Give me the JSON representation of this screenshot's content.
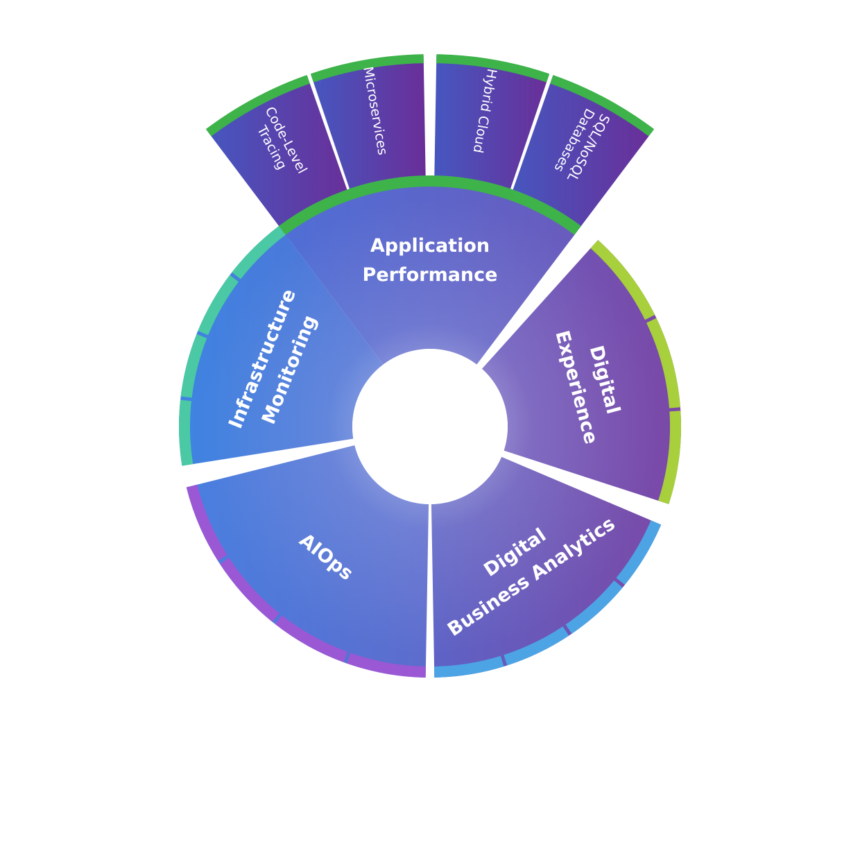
{
  "diagram": {
    "segments": [
      {
        "id": "application-performance",
        "label_lines": [
          "Application",
          "Performance"
        ],
        "color_start": "#4f6fd6",
        "color_end": "#6a5bbd",
        "band_color": "#3db34a"
      },
      {
        "id": "digital-experience",
        "label_lines": [
          "Digital",
          "Experience"
        ],
        "color_start": "#6a5cbf",
        "color_end": "#7b48a6",
        "band_color": "#a8cf3c"
      },
      {
        "id": "digital-business-analytics",
        "label_lines": [
          "Digital",
          "Business Analytics"
        ],
        "color_start": "#5d63c6",
        "color_end": "#7a4aa8",
        "band_color": "#4da4e4"
      },
      {
        "id": "aiops",
        "label_lines": [
          "AIOps"
        ],
        "color_start": "#4980e0",
        "color_end": "#5d6ccd",
        "band_color": "#9a58d4"
      },
      {
        "id": "infrastructure-monitoring",
        "label_lines": [
          "Infrastructure",
          "Monitoring"
        ],
        "color_start": "#3f84e2",
        "color_end": "#5270d3",
        "band_color": "#4ac9a4"
      }
    ],
    "sub_items": [
      {
        "id": "code-level-tracing",
        "label_lines": [
          "Code-Level",
          "Tracing"
        ]
      },
      {
        "id": "microservices",
        "label_lines": [
          "Microservices"
        ]
      },
      {
        "id": "hybrid-cloud",
        "label_lines": [
          "Hybrid Cloud"
        ]
      },
      {
        "id": "sql-nosql-databases",
        "label_lines": [
          "SQL/NoSQL",
          "Databases"
        ]
      }
    ],
    "sub_color_start": "#4657c0",
    "sub_color_end": "#6a2e98",
    "sub_band_color": "#3db34a"
  }
}
